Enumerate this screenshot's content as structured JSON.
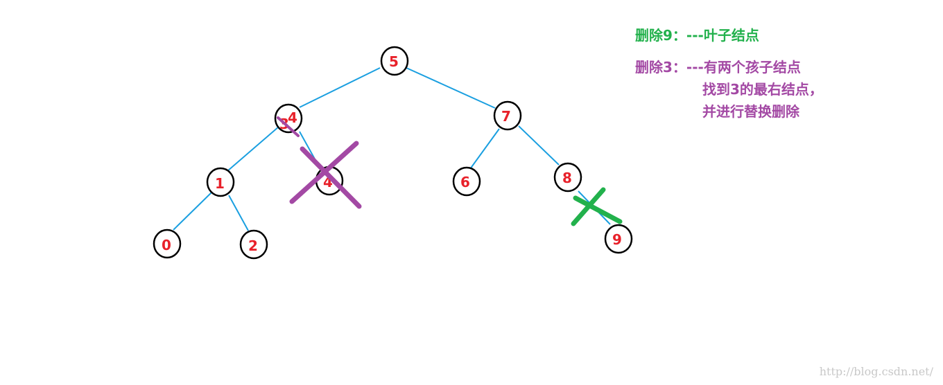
{
  "colors": {
    "edge": "#1a9fe0",
    "node_outline": "#000000",
    "node_label": "#e8212a",
    "delete_leaf": "#22b14c",
    "delete_two_children": "#a349a4",
    "watermark": "#c8c8c8"
  },
  "tree": {
    "nodes": [
      {
        "id": "n5",
        "label": "5"
      },
      {
        "id": "n4top",
        "label": "4"
      },
      {
        "id": "n3old",
        "label": "3"
      },
      {
        "id": "n7",
        "label": "7"
      },
      {
        "id": "n1",
        "label": "1"
      },
      {
        "id": "n4low",
        "label": "4"
      },
      {
        "id": "n6",
        "label": "6"
      },
      {
        "id": "n8",
        "label": "8"
      },
      {
        "id": "n0",
        "label": "0"
      },
      {
        "id": "n2",
        "label": "2"
      },
      {
        "id": "n9",
        "label": "9"
      }
    ]
  },
  "notes": {
    "delete9": "删除9：---叶子结点",
    "delete3_line1": "删除3：---有两个孩子结点",
    "delete3_line2": "找到3的最右结点，",
    "delete3_line3": "并进行替换删除"
  },
  "watermark": "http://blog.csdn.net/"
}
